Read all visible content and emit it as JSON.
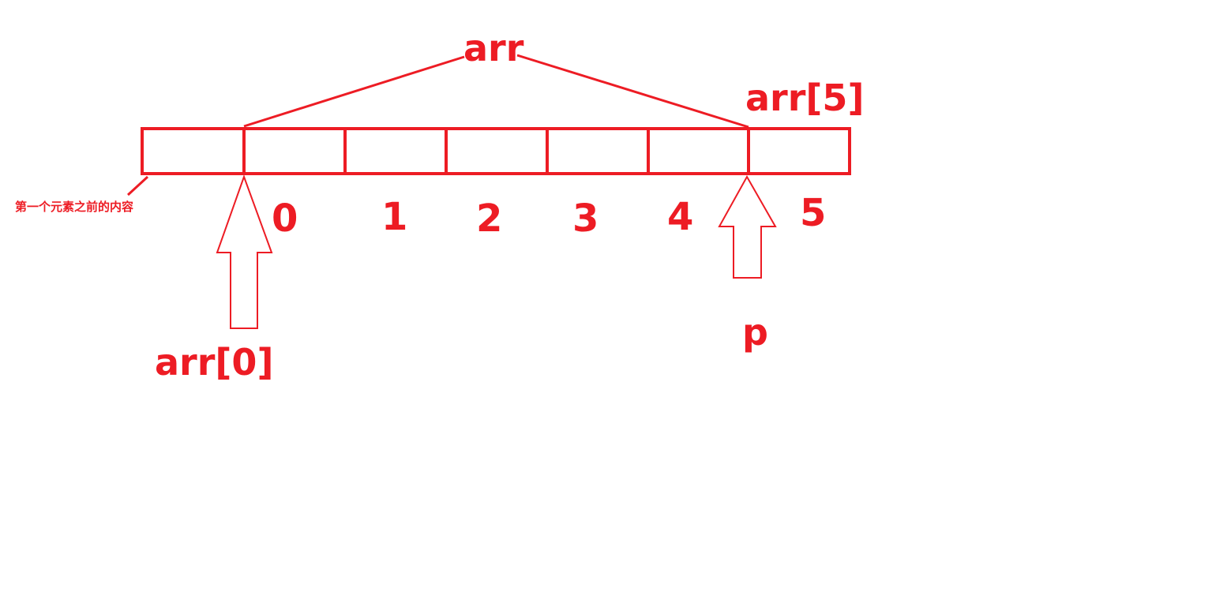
{
  "diagram": {
    "color": "#ed1c24",
    "labels": {
      "array_name": "arr",
      "past_end": "arr[5]",
      "first_element": "arr[0]",
      "pointer": "p",
      "before_first_note": "第一个元素之前的内容"
    },
    "indices": [
      "0",
      "1",
      "2",
      "3",
      "4",
      "5"
    ]
  }
}
